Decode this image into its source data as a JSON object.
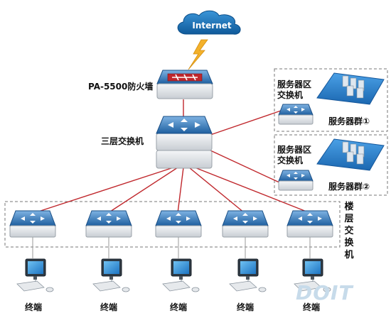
{
  "internet": {
    "label": "Internet"
  },
  "firewall": {
    "label": "PA-5500防火墙"
  },
  "core_switch": {
    "label": "三层交换机"
  },
  "server_zone_1": {
    "switch_label": "服务器区\n交换机",
    "group_label": "服务器群①"
  },
  "server_zone_2": {
    "switch_label": "服务器区\n交换机",
    "group_label": "服务器群②"
  },
  "floor_switches": {
    "label": "楼层交换机",
    "count": 5
  },
  "terminals": [
    {
      "label": "终端"
    },
    {
      "label": "终端"
    },
    {
      "label": "终端"
    },
    {
      "label": "终端"
    },
    {
      "label": "终端"
    }
  ],
  "watermark": {
    "text": "DOIT"
  },
  "colors": {
    "link": "#c0282d",
    "lightning": "#f3b12b",
    "cloud": "#1a72b8",
    "switch_top": "#2f72b4",
    "server_pad": "#1e74c6"
  }
}
